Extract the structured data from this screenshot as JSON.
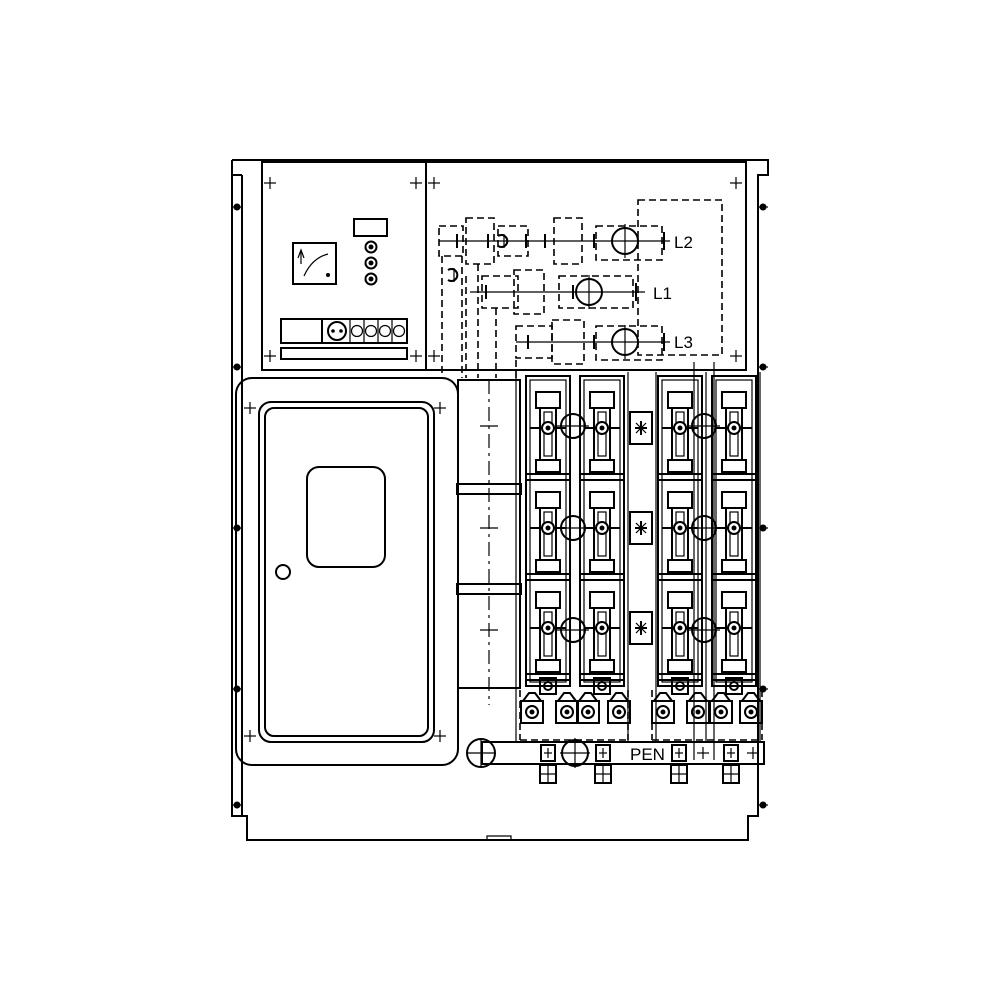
{
  "labels": {
    "phase_l2": "L2",
    "phase_l1": "L1",
    "phase_l3": "L3",
    "pen_bar": "PEN"
  },
  "colors": {
    "line": "#000000",
    "background": "#ffffff"
  },
  "icons": {
    "meter": "ammeter-icon",
    "plus": "plus-icon",
    "busbar_clamp": "clamp-icon",
    "screw": "screw-icon"
  }
}
